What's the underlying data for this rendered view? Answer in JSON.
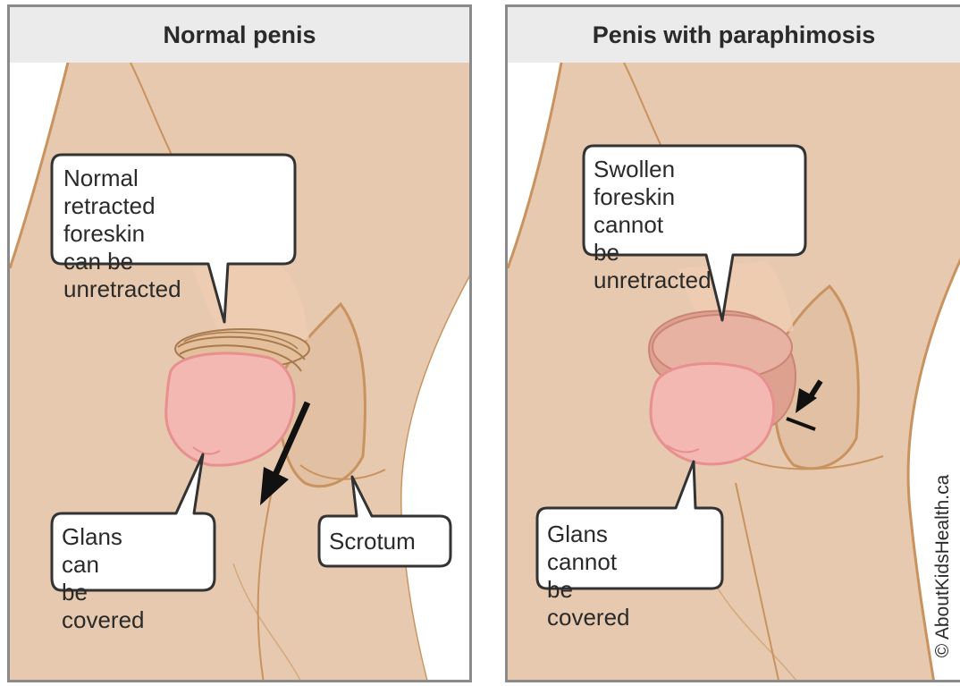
{
  "panels": {
    "left": {
      "title": "Normal penis",
      "callouts": {
        "foreskin": "Normal retracted\nforeskin can be\nunretracted",
        "glans": "Glans can\nbe covered",
        "scrotum": "Scrotum"
      }
    },
    "right": {
      "title": "Penis with paraphimosis",
      "callouts": {
        "foreskin": "Swollen\nforeskin cannot\nbe unretracted",
        "glans": "Glans cannot\nbe covered"
      }
    }
  },
  "credit": "© AboutKidsHealth.ca",
  "colors": {
    "skin": "#e6c9ae",
    "skin_outline": "#c9935f",
    "glans": "#f2b8b1",
    "glans_outline": "#e88f8f",
    "swollen_foreskin": "#dea08f",
    "header_bg": "#ebebeb",
    "frame": "#8a8a8a"
  }
}
